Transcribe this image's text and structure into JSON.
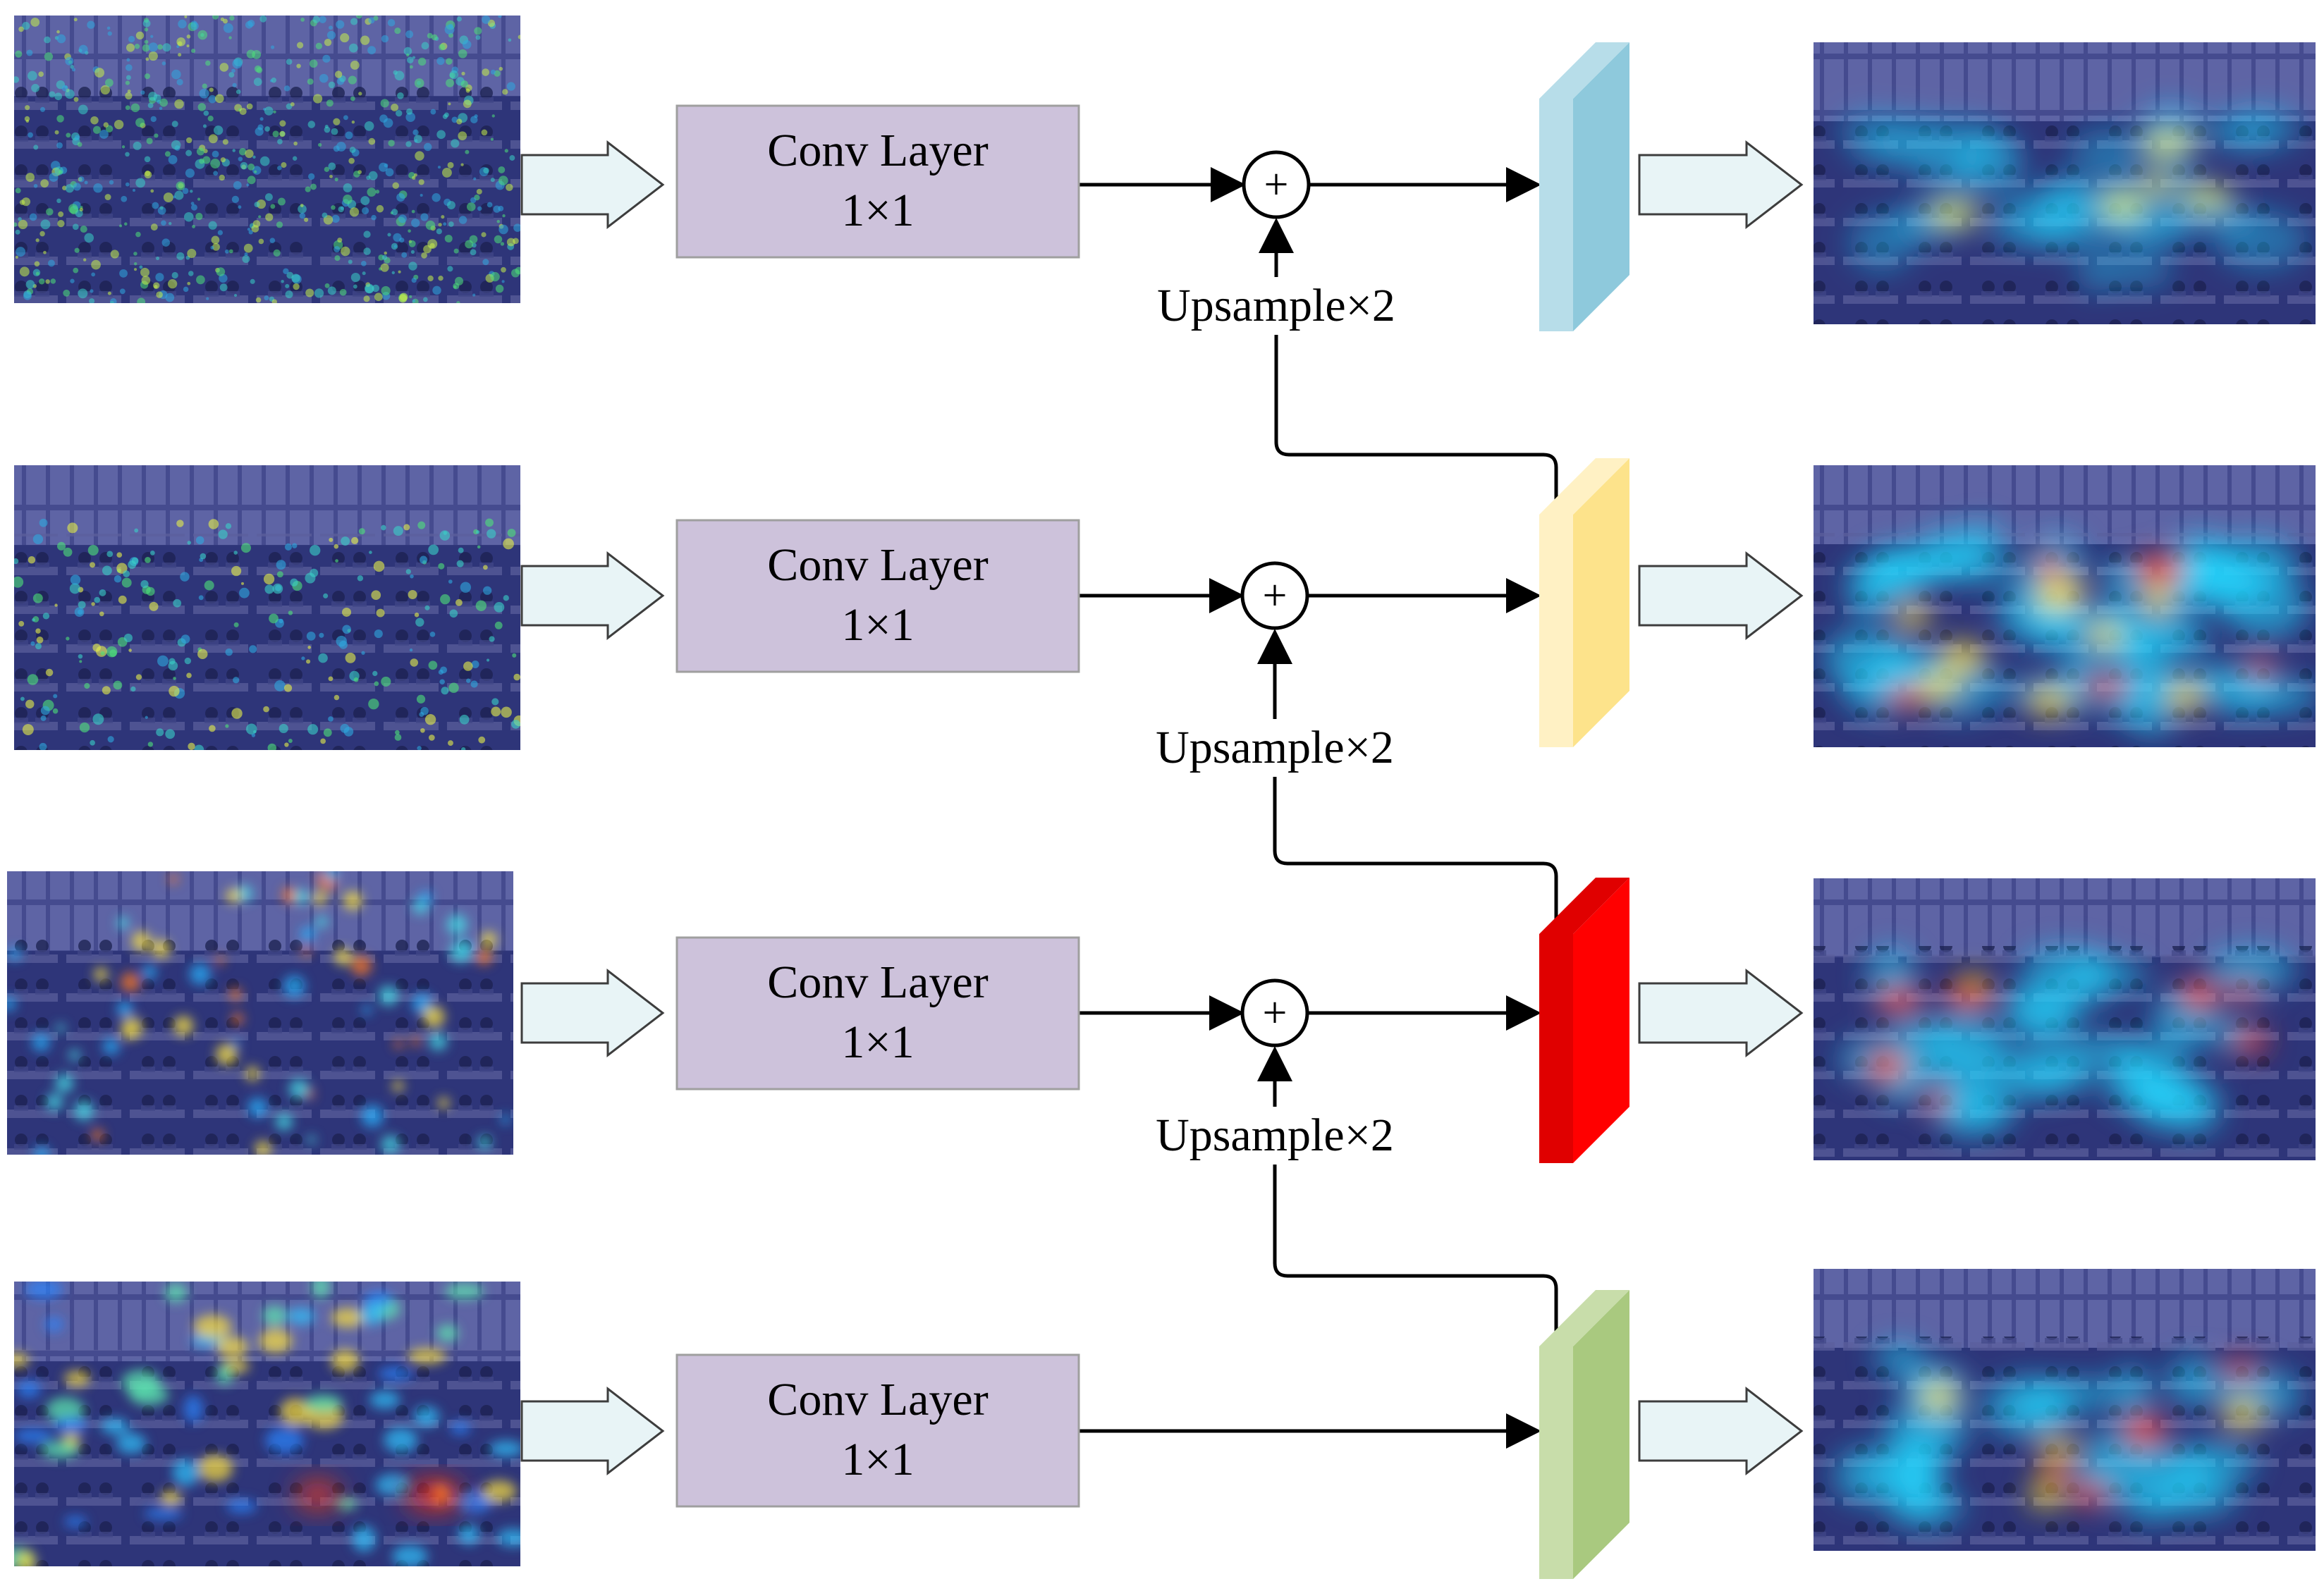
{
  "rows": [
    {
      "conv_line1": "Conv Layer",
      "conv_line2": "1×1",
      "has_plus": true,
      "block_front": "#8ec9dc",
      "block_side": "#b7dde9",
      "input_heat": "dense-speckle",
      "output_heat": "light"
    },
    {
      "conv_line1": "Conv Layer",
      "conv_line2": "1×1",
      "has_plus": true,
      "block_front": "#fde38b",
      "block_side": "#fff1c4",
      "input_heat": "sparse-speckle",
      "output_heat": "medium"
    },
    {
      "conv_line1": "Conv Layer",
      "conv_line2": "1×1",
      "has_plus": true,
      "block_front": "#ff0000",
      "block_side": "#e00000",
      "input_heat": "dots",
      "output_heat": "spots"
    },
    {
      "conv_line1": "Conv Layer",
      "conv_line2": "1×1",
      "has_plus": false,
      "block_front": "#a9c97f",
      "block_side": "#c8ddaa",
      "input_heat": "blobs",
      "output_heat": "strong"
    }
  ],
  "plus_symbol": "+",
  "upsample_labels": [
    "Upsample×2",
    "Upsample×2",
    "Upsample×2"
  ],
  "colors": {
    "conv_fill": "#cdc2db",
    "conv_border": "#9f9f9f",
    "arrow_fill": "#e8f4f6",
    "arrow_stroke": "#3d3d3d",
    "image_base": "#2e3579",
    "line": "#000000"
  }
}
